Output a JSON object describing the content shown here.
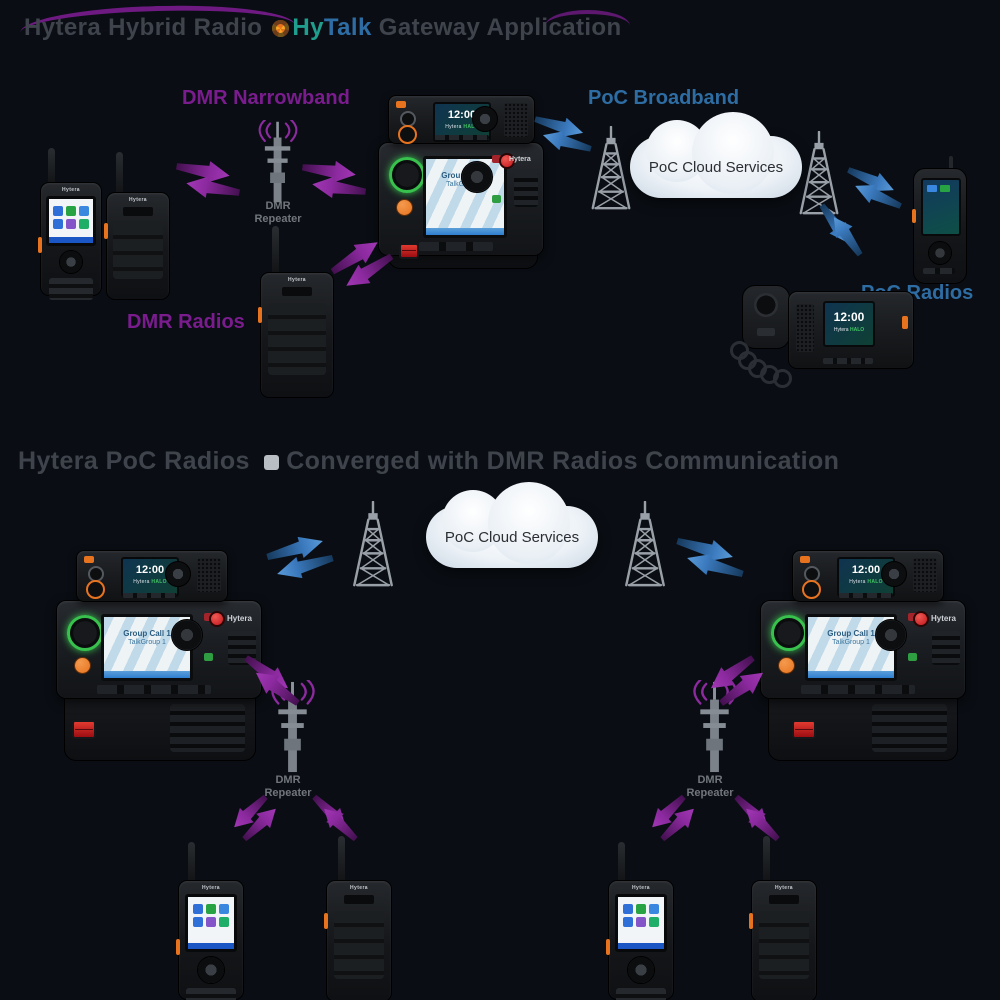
{
  "colors": {
    "background": "#0a0e14",
    "purple": "#7a1c8e",
    "purple_arrow": "#8d2aa0",
    "blue": "#2e6da4",
    "blue_arrow": "#3a79bd",
    "title": "#3f444c",
    "tower_gray": "#9aa0a8",
    "label_gray": "#71767c",
    "cloud_text": "#2b2e33",
    "orange": "#e8731f",
    "green": "#38c24d",
    "red": "#c4161c"
  },
  "title_top": {
    "segment1": "Hytera Hybrid Radio ",
    "brand_prefix": "Hy",
    "brand_suffix": "Talk",
    "segment2": " Gateway Application"
  },
  "title_bottom": {
    "segment1": "Hytera PoC Radios ",
    "segment2": "Converged with DMR Radios Communication"
  },
  "labels": {
    "dmr_narrowband": "DMR Narrowband",
    "poc_broadband": "PoC Broadband",
    "dmr_radios": "DMR Radios",
    "poc_radios": "PoC Radios"
  },
  "cloud": {
    "top": "PoC Cloud Services",
    "bottom": "PoC Cloud Services"
  },
  "repeater_label": {
    "line1": "DMR",
    "line2": "Repeater"
  },
  "devices": {
    "brand": "Hytera",
    "halo_wordmark": "HALO",
    "clock": "12:00",
    "hm_screen": {
      "line1": "Group Call 1",
      "line2": "TalkGroup 1"
    }
  }
}
